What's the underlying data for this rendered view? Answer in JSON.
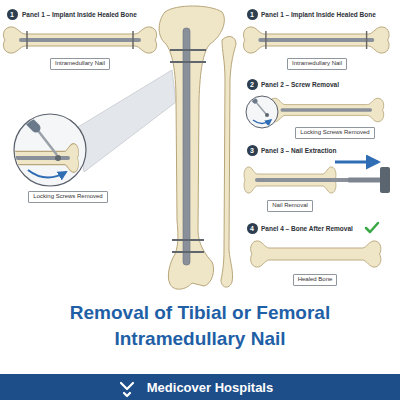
{
  "diagram": {
    "title": "Removal of Tibial or Femoral Intramedullary Nail",
    "nodes": [
      {
        "text": [
          "1"
        ]
      },
      {
        "text": [
          "Intramedullary Nail"
        ]
      },
      {
        "text": [
          "Locking Screws Removed"
        ]
      },
      {
        "text": [
          "1"
        ]
      },
      {
        "text": [
          "Intramedullary Nail"
        ]
      },
      {
        "text": [
          "2"
        ]
      },
      {
        "text": [
          "Locking Screws Removed"
        ]
      },
      {
        "text": [
          "3"
        ]
      },
      {
        "text": [
          "Nail Removal"
        ]
      },
      {
        "text": [
          "4"
        ]
      },
      {
        "text": [
          "Healed Bone"
        ]
      }
    ],
    "labels": [
      "Panel 1 – Implant Inside Healed Bone",
      "Panel 1 – Implant Inside Healed Bone",
      "Panel 2 – Screw Removal",
      "Panel 3 – Nail Extraction",
      "Panel 4 – Bone After Removal",
      "Medicover Hospitals"
    ]
  }
}
